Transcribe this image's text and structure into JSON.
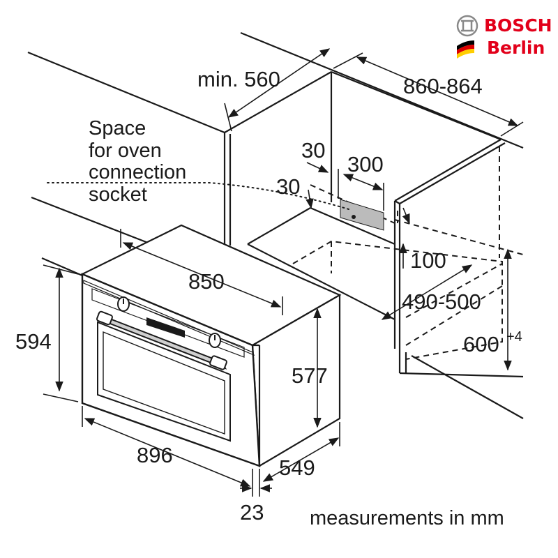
{
  "logo": {
    "brand": "BOSCH",
    "city": "Berlin",
    "colors": {
      "brand_red": "#e2001a",
      "flag_black": "#000000",
      "flag_red": "#dd0000",
      "flag_gold": "#ffce00"
    }
  },
  "notes": {
    "socket_line1": "Space",
    "socket_line2": "for oven",
    "socket_line3": "connection",
    "socket_line4": "socket",
    "units": "measurements in mm"
  },
  "dimensions": {
    "cabinet_depth": "min. 560",
    "cabinet_width": "860-864",
    "socket_offset_side": "30",
    "socket_offset_top": "30",
    "socket_width": "300",
    "socket_height": "100",
    "niche_depth": "490-500",
    "niche_height": "600",
    "niche_height_tolerance": "+4",
    "oven_width_inner": "850",
    "oven_height_front": "594",
    "oven_height_body": "577",
    "oven_width_front": "896",
    "oven_depth": "549",
    "front_panel_depth": "23"
  }
}
